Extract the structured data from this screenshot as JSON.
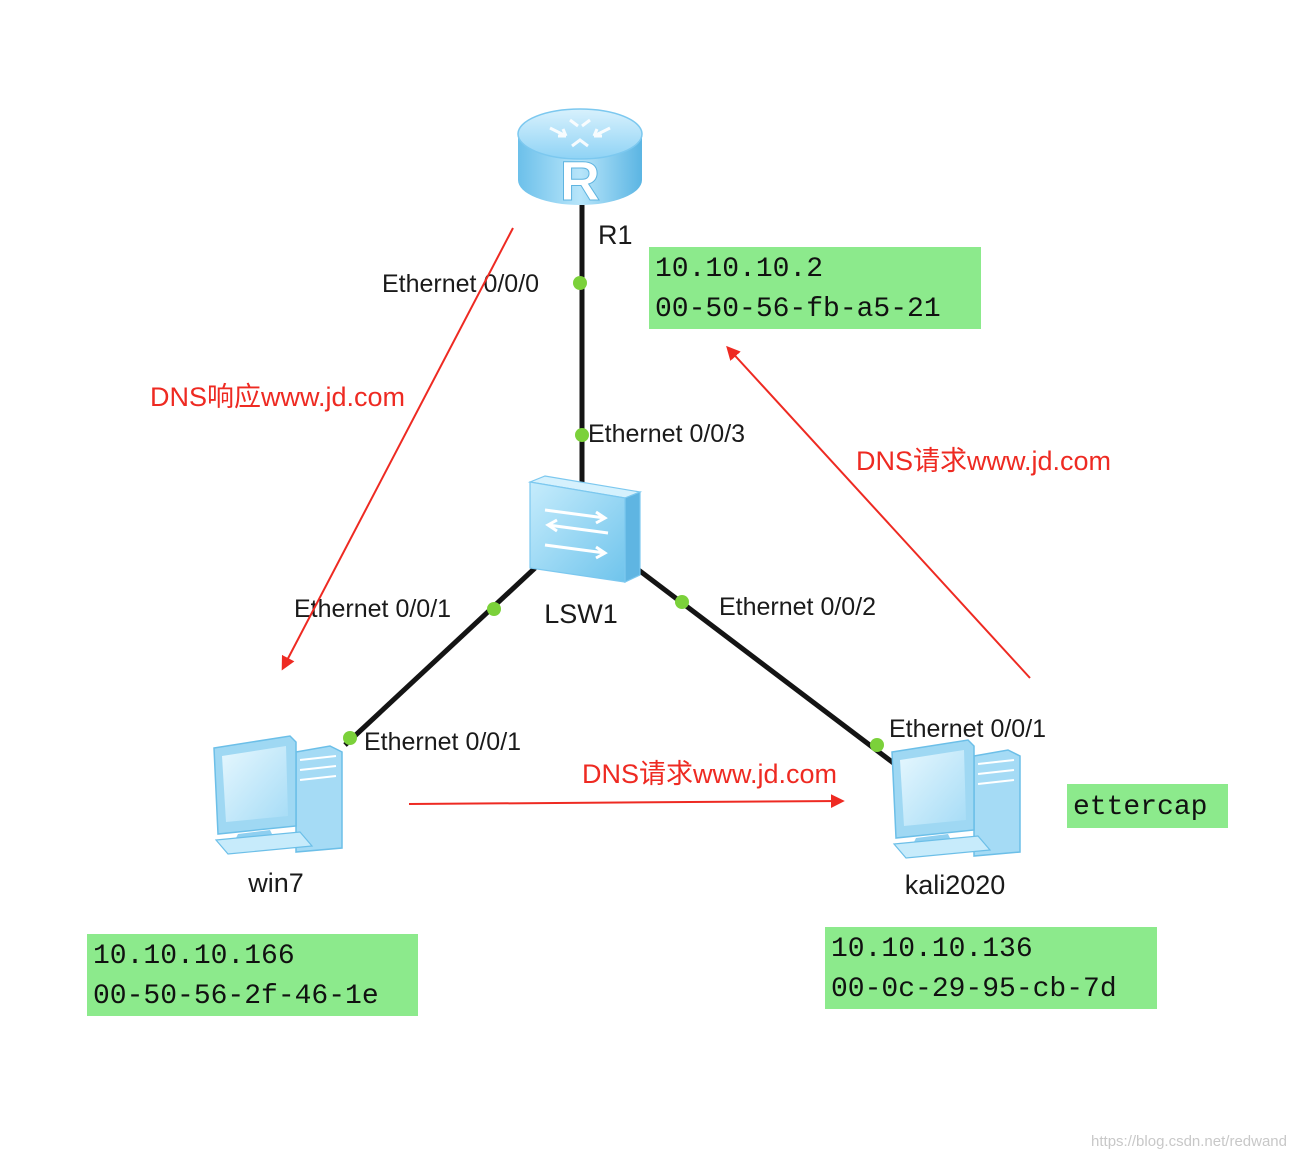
{
  "devices": {
    "router": {
      "name": "R1"
    },
    "switch": {
      "name": "LSW1"
    },
    "win7": {
      "name": "win7"
    },
    "kali": {
      "name": "kali2020"
    }
  },
  "ports": {
    "r1_e000": "Ethernet 0/0/0",
    "lsw_e003": "Ethernet 0/0/3",
    "lsw_e001": "Ethernet 0/0/1",
    "lsw_e002": "Ethernet 0/0/2",
    "win7_e001": "Ethernet 0/0/1",
    "kali_e001": "Ethernet 0/0/1"
  },
  "info_boxes": {
    "router": {
      "ip": "10.10.10.2",
      "mac": "00-50-56-fb-a5-21"
    },
    "win7": {
      "ip": "10.10.10.166",
      "mac": "00-50-56-2f-46-1e"
    },
    "kali": {
      "ip": "10.10.10.136",
      "mac": "00-0c-29-95-cb-7d"
    },
    "kali_tool": "ettercap"
  },
  "flows": {
    "dns_response": "DNS响应www.jd.com",
    "dns_request_to_router": "DNS请求www.jd.com",
    "dns_request_to_kali": "DNS请求www.jd.com"
  },
  "watermark": "https://blog.csdn.net/redwand",
  "colors": {
    "info_box": "#8cea8c",
    "arrow_text": "#ee2a22",
    "port_dot": "#7bd13a",
    "link": "#141414",
    "device_blue": "#7cc8ef"
  }
}
